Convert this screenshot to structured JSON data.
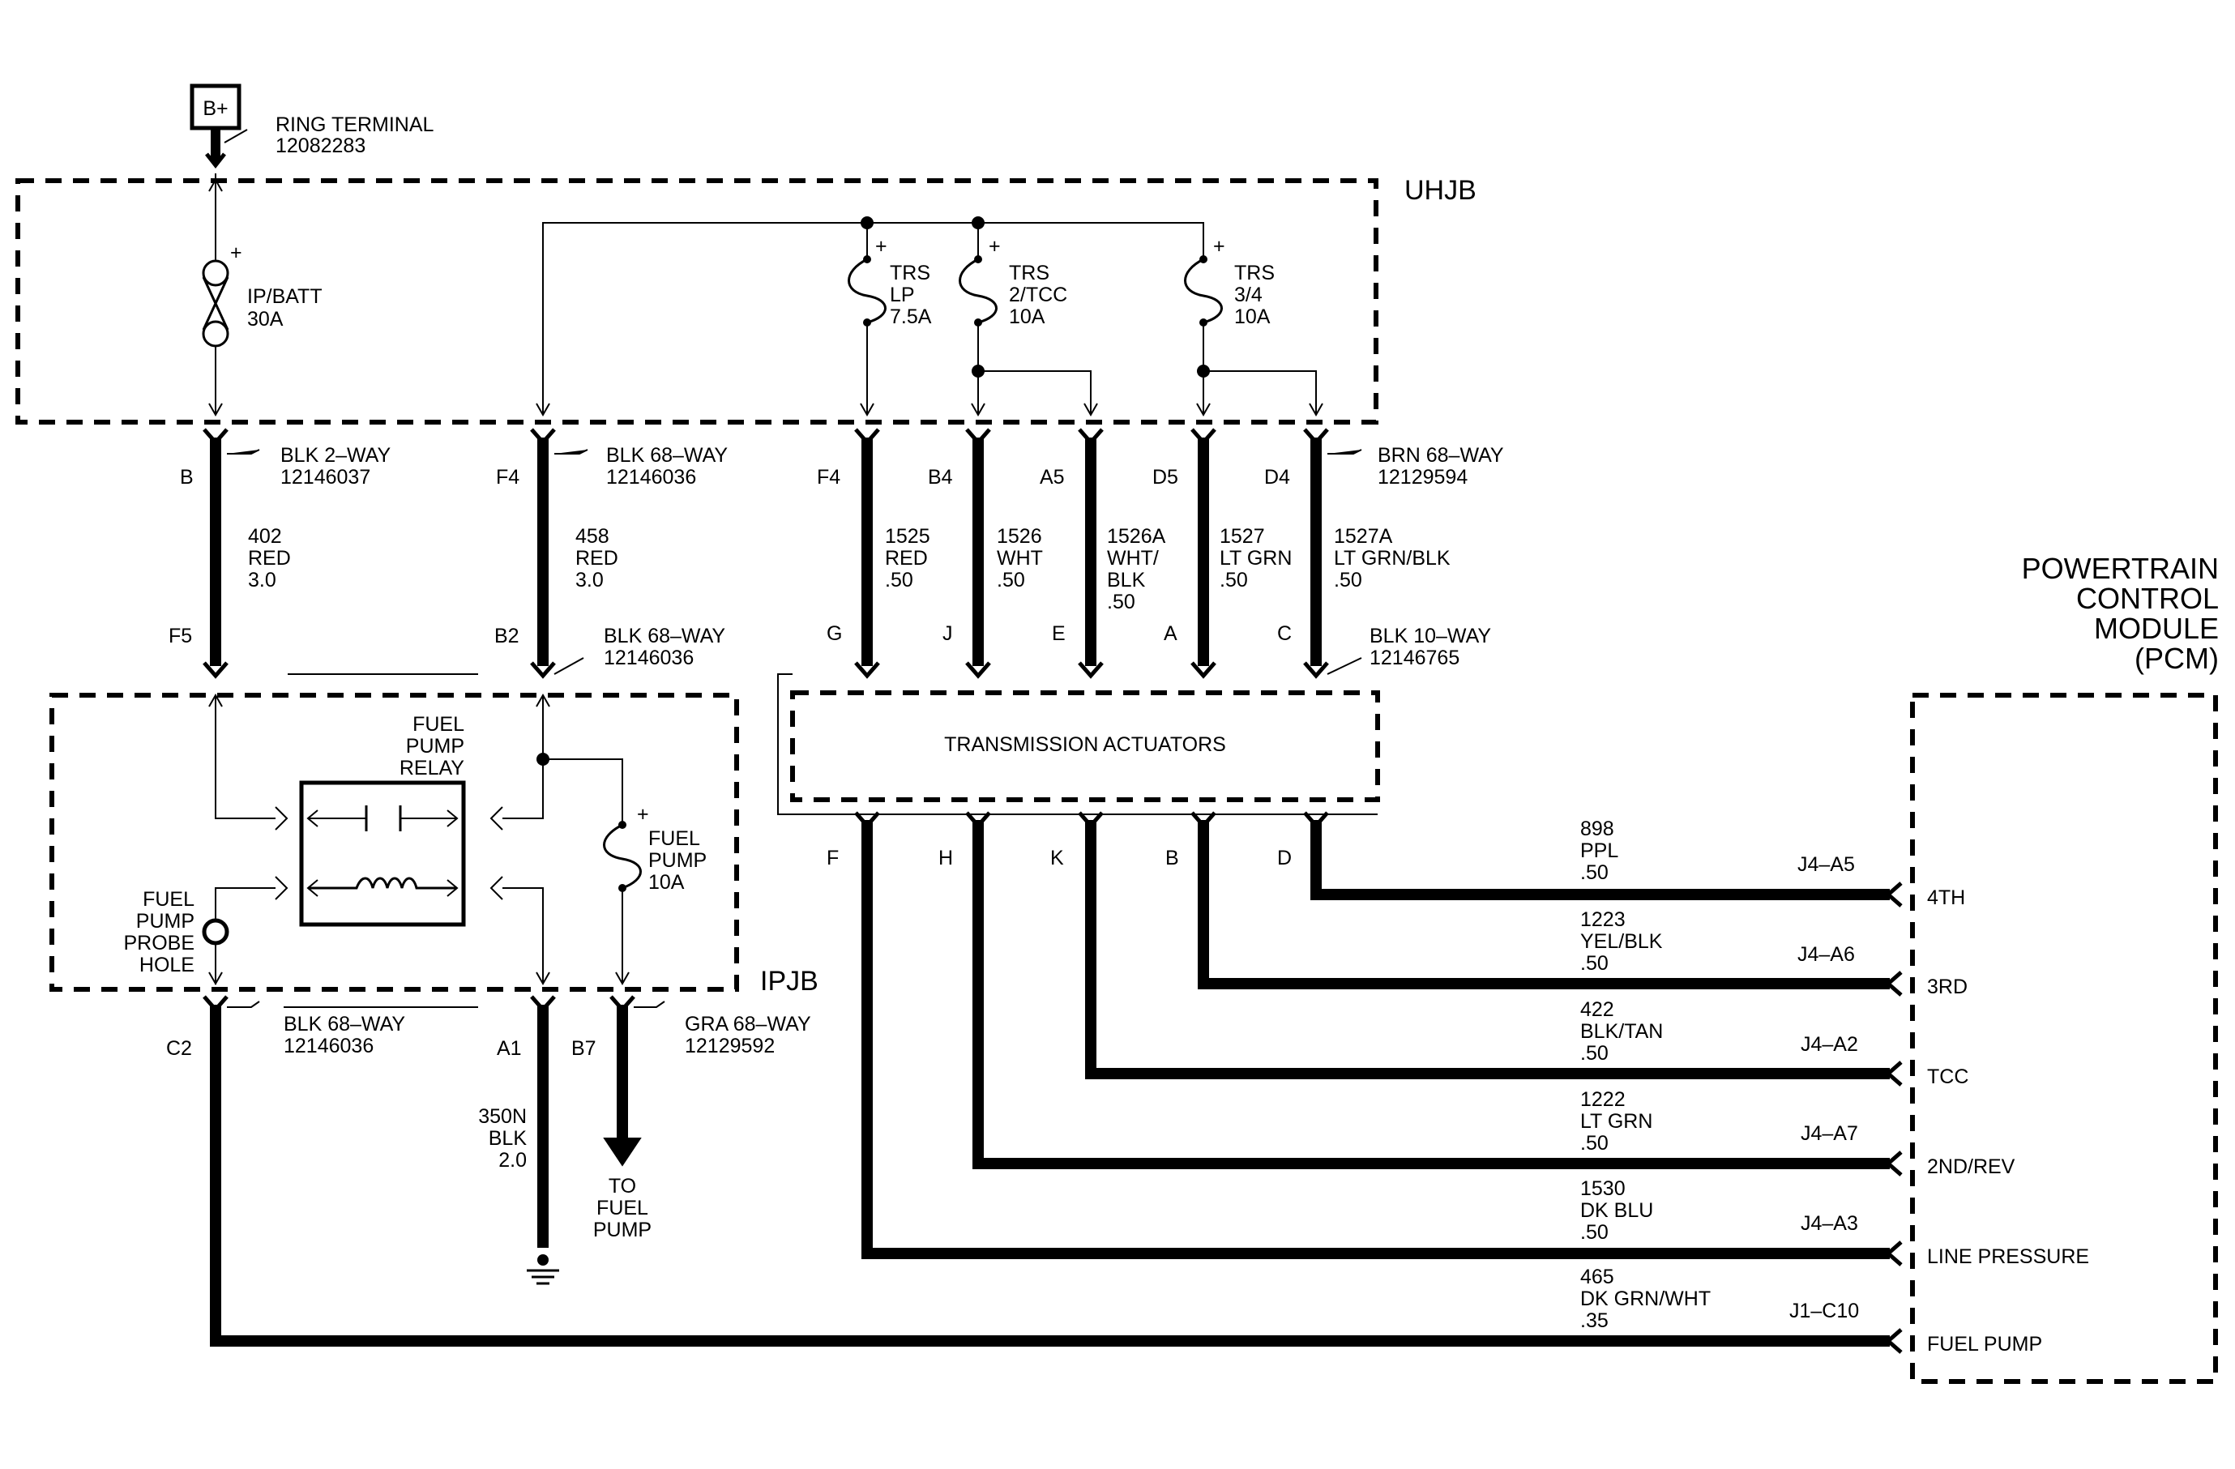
{
  "battery": {
    "label": "B+",
    "terminal_name": "RING TERMINAL",
    "terminal_part": "12082283"
  },
  "uhjb": {
    "name": "UHJB",
    "fuse_ipbatt": {
      "name": "IP/BATT",
      "rating": "30A"
    },
    "fuse_trs_lp": {
      "name1": "TRS",
      "name2": "LP",
      "rating": "7.5A"
    },
    "fuse_trs_2tcc": {
      "name1": "TRS",
      "name2": "2/TCC",
      "rating": "10A"
    },
    "fuse_trs_34": {
      "name1": "TRS",
      "name2": "3/4",
      "rating": "10A"
    },
    "polarity_mark": "+"
  },
  "connectors": {
    "blk2way": {
      "name": "BLK 2–WAY",
      "part": "12146037"
    },
    "blk68way_top": {
      "name": "BLK 68–WAY",
      "part": "12146036"
    },
    "brn68way": {
      "name": "BRN 68–WAY",
      "part": "12129594"
    },
    "blk68way_mid": {
      "name": "BLK 68–WAY",
      "part": "12146036"
    },
    "blk10way": {
      "name": "BLK  10–WAY",
      "part": "12146765"
    },
    "blk68way_bot": {
      "name": "BLK 68–WAY",
      "part": "12146036"
    },
    "gra68way": {
      "name": "GRA 68–WAY",
      "part": "12129592"
    }
  },
  "pins": {
    "b": "B",
    "f4_left": "F4",
    "f5": "F5",
    "b2": "B2",
    "f4": "F4",
    "b4": "B4",
    "a5": "A5",
    "d5": "D5",
    "d4": "D4",
    "g": "G",
    "j": "J",
    "e": "E",
    "a": "A",
    "c": "C",
    "f": "F",
    "h": "H",
    "k": "K",
    "b_lower": "B",
    "d": "D",
    "c2": "C2",
    "a1": "A1",
    "b7": "B7"
  },
  "wires": {
    "w402": {
      "circuit": "402",
      "color": "RED",
      "size": "3.0"
    },
    "w458": {
      "circuit": "458",
      "color": "RED",
      "size": "3.0"
    },
    "w1525": {
      "circuit": "1525",
      "color": "RED",
      "size": ".50"
    },
    "w1526": {
      "circuit": "1526",
      "color": "WHT",
      "size": ".50"
    },
    "w1526a": {
      "circuit": "1526A",
      "color1": "WHT/",
      "color2": "BLK",
      "size": ".50"
    },
    "w1527": {
      "circuit": "1527",
      "color": "LT GRN",
      "size": ".50"
    },
    "w1527a": {
      "circuit": "1527A",
      "color": "LT GRN/BLK",
      "size": ".50"
    },
    "w350n": {
      "circuit": "350N",
      "color": "BLK",
      "size": "2.0"
    },
    "w898": {
      "circuit": "898",
      "color": "PPL",
      "size": ".50"
    },
    "w1223": {
      "circuit": "1223",
      "color": "YEL/BLK",
      "size": ".50"
    },
    "w422": {
      "circuit": "422",
      "color": "BLK/TAN",
      "size": ".50"
    },
    "w1222": {
      "circuit": "1222",
      "color": "LT GRN",
      "size": ".50"
    },
    "w1530": {
      "circuit": "1530",
      "color": "DK BLU",
      "size": ".50"
    },
    "w465": {
      "circuit": "465",
      "color": "DK GRN/WHT",
      "size": ".35"
    }
  },
  "transmission": {
    "label": "TRANSMISSION ACTUATORS"
  },
  "ipjb": {
    "name": "IPJB",
    "relay_label": [
      "FUEL",
      "PUMP",
      "RELAY"
    ],
    "probe_label": [
      "FUEL",
      "PUMP",
      "PROBE",
      "HOLE"
    ],
    "fuse_fuelpump": {
      "name1": "FUEL",
      "name2": "PUMP",
      "rating": "10A"
    },
    "to_fuel_pump": [
      "TO",
      "FUEL",
      "PUMP"
    ]
  },
  "pcm": {
    "title": [
      "POWERTRAIN",
      "CONTROL",
      "MODULE",
      "(PCM)"
    ],
    "inputs": [
      {
        "pin": "J4–A5",
        "label": "4TH"
      },
      {
        "pin": "J4–A6",
        "label": "3RD"
      },
      {
        "pin": "J4–A2",
        "label": "TCC"
      },
      {
        "pin": "J4–A7",
        "label": "2ND/REV"
      },
      {
        "pin": "J4–A3",
        "label": "LINE PRESSURE"
      },
      {
        "pin": "J1–C10",
        "label": "FUEL PUMP"
      }
    ]
  }
}
